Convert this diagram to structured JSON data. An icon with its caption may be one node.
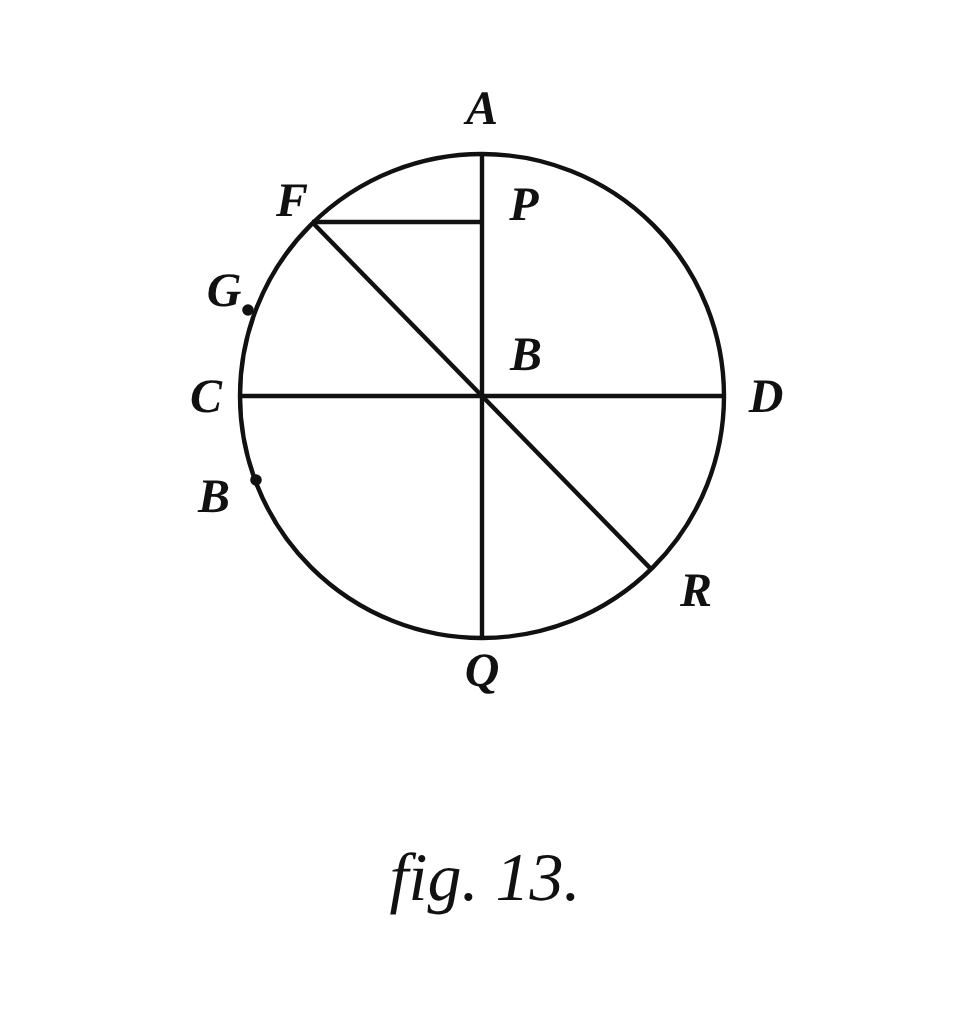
{
  "diagram": {
    "caption": "fig. 13.",
    "labels": [
      "A",
      "F",
      "P",
      "G",
      "B",
      "C",
      "D",
      "B",
      "R",
      "Q"
    ]
  }
}
